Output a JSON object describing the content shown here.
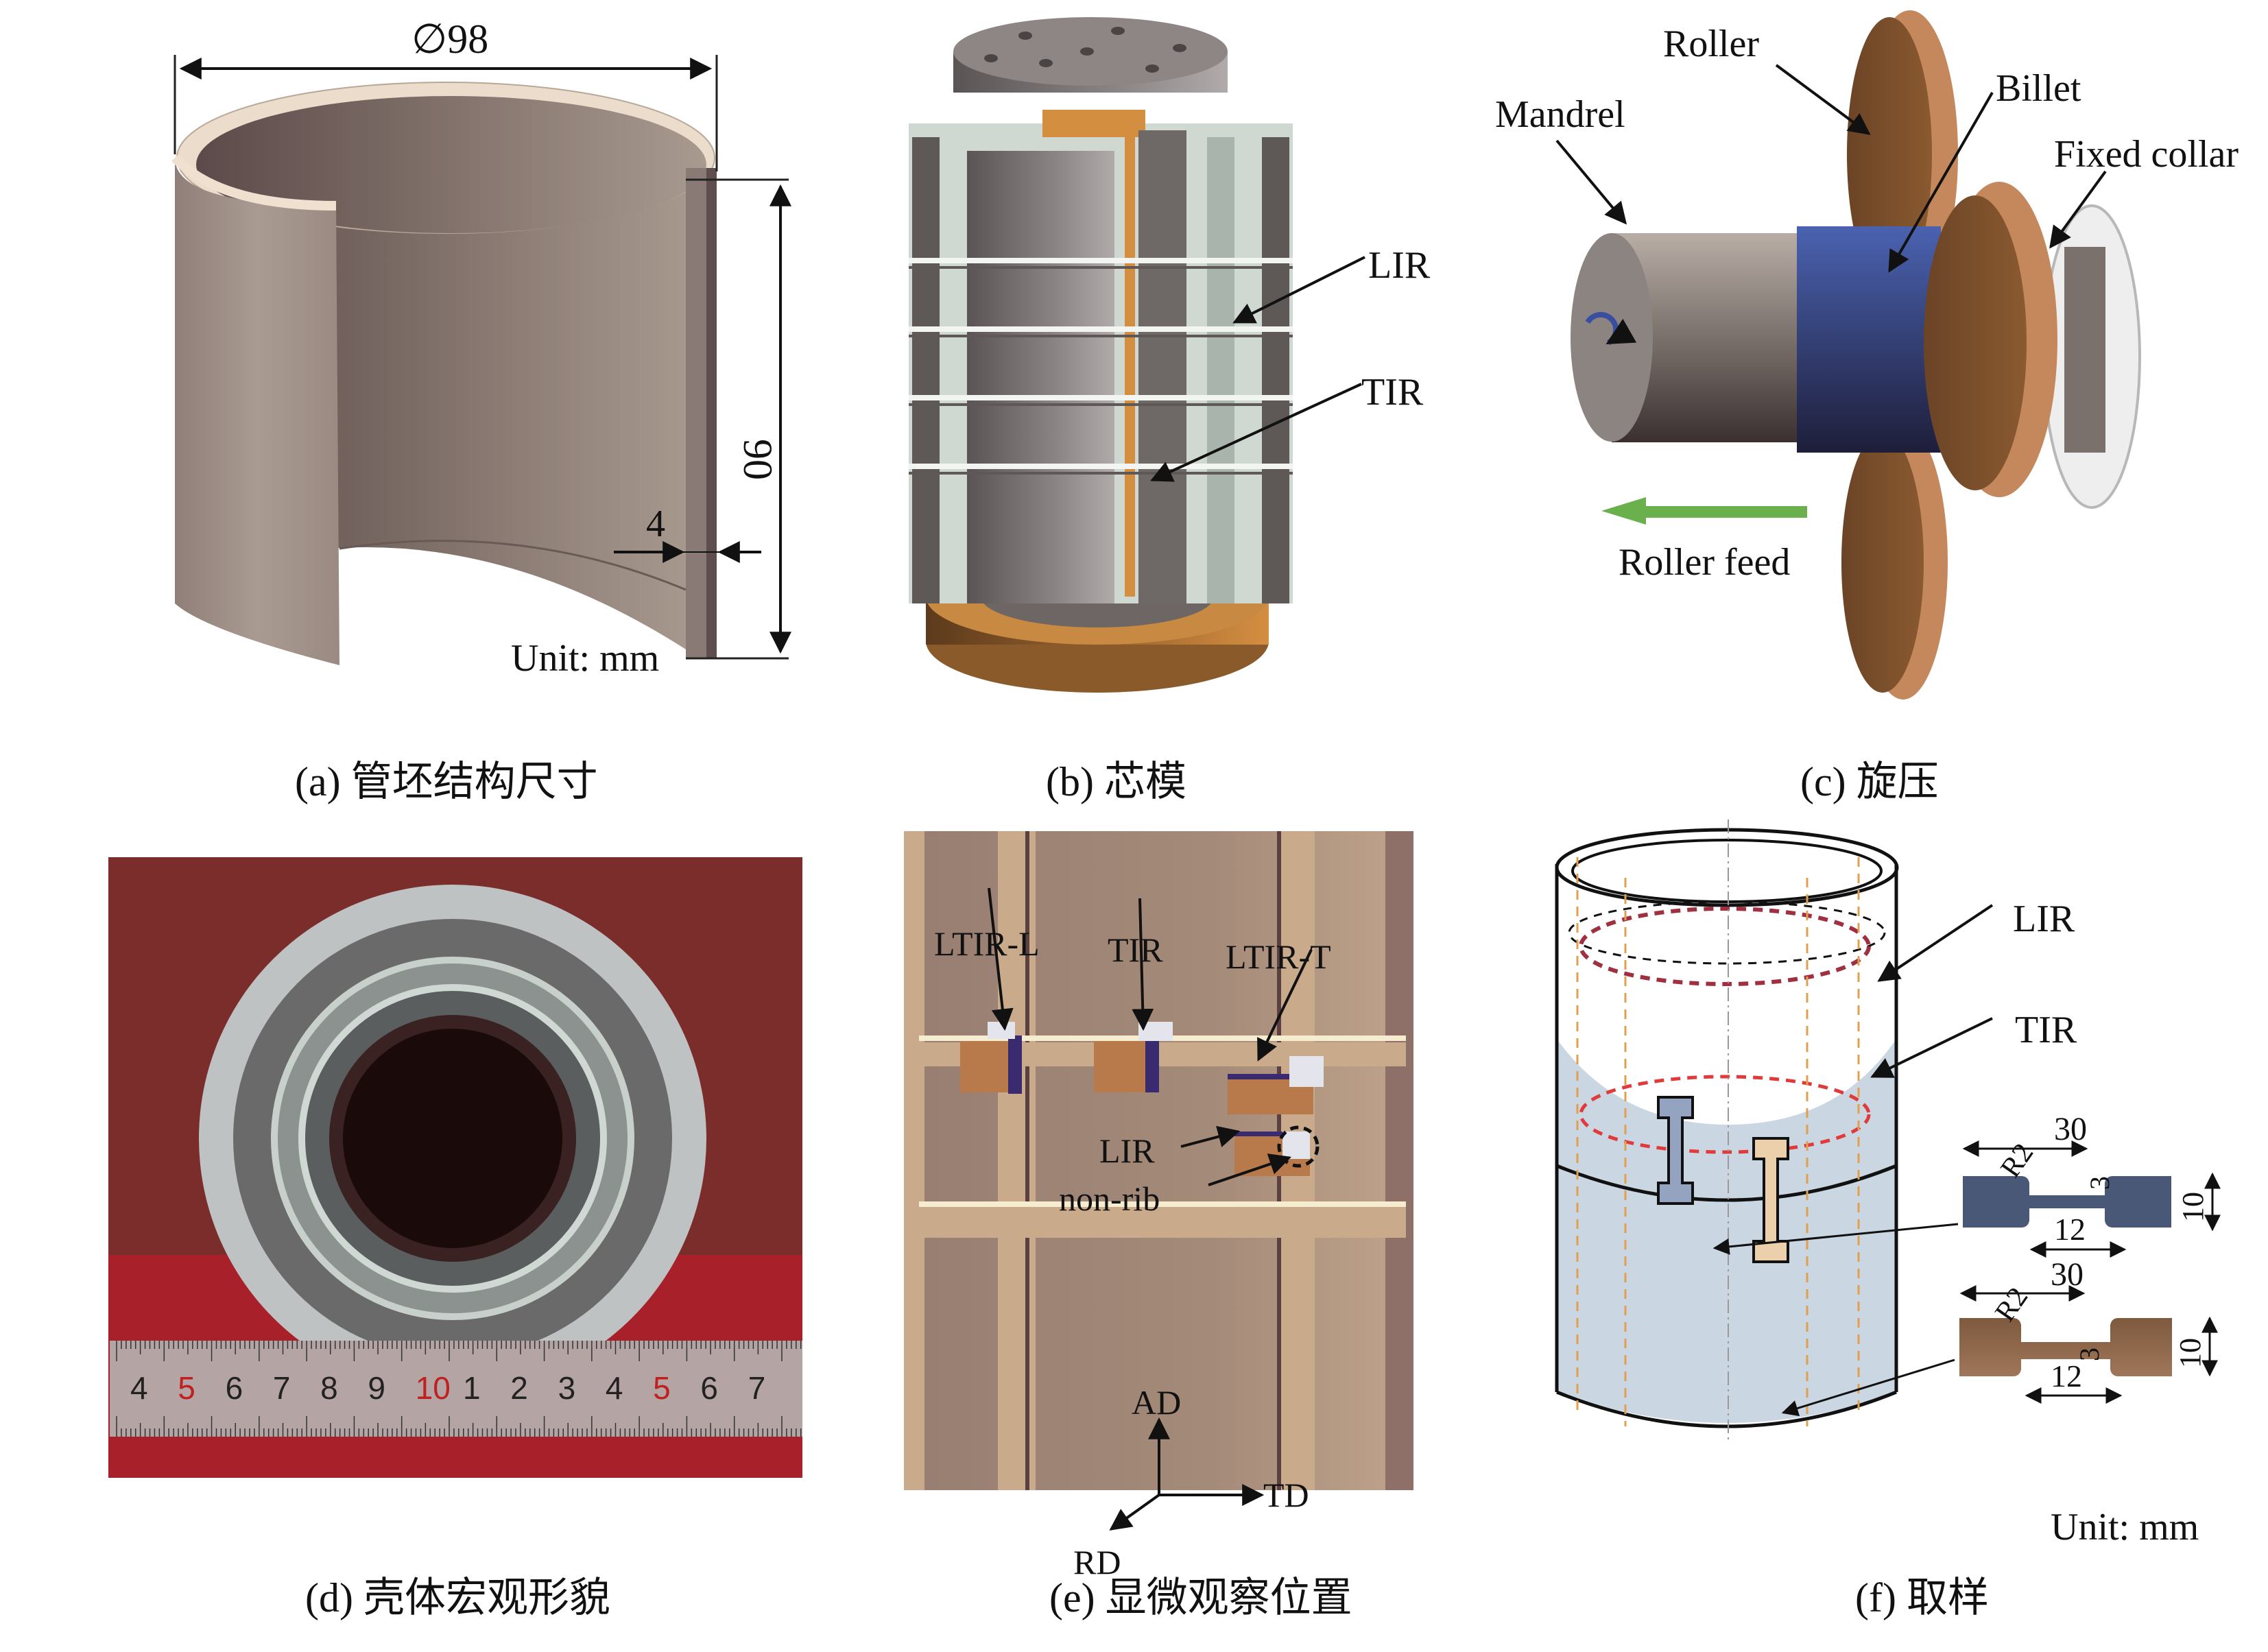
{
  "figure": {
    "panels": [
      {
        "id": "a",
        "caption": "(a) 管坯结构尺寸",
        "labels": {
          "diameter": "∅98",
          "height": "90",
          "thickness": "4",
          "unit": "Unit: mm"
        }
      },
      {
        "id": "b",
        "caption": "(b) 芯模",
        "labels": {
          "lir": "LIR",
          "tir": "TIR"
        }
      },
      {
        "id": "c",
        "caption": "(c) 旋压",
        "labels": {
          "roller": "Roller",
          "mandrel": "Mandrel",
          "billet": "Billet",
          "fixed_collar": "Fixed collar",
          "roller_feed": "Roller feed"
        }
      },
      {
        "id": "d",
        "caption": "(d) 壳体宏观形貌",
        "ruler_numbers": [
          "4",
          "5",
          "6",
          "7",
          "8",
          "9",
          "10",
          "1",
          "2",
          "3",
          "4",
          "5",
          "6",
          "7"
        ],
        "ruler_red_numbers": [
          "5",
          "10",
          "5"
        ]
      },
      {
        "id": "e",
        "caption": "(e) 显微观察位置",
        "labels": {
          "ltir_l": "LTIR-L",
          "tir": "TIR",
          "ltir_t": "LTIR-T",
          "lir": "LIR",
          "non_rib": "non-rib",
          "ad": "AD",
          "td": "TD",
          "rd": "RD"
        }
      },
      {
        "id": "f",
        "caption": "(f) 取样",
        "labels": {
          "lir": "LIR",
          "tir": "TIR",
          "unit": "Unit: mm"
        },
        "specimens": [
          {
            "name": "upper-specimen",
            "total_length": "30",
            "gauge_length": "12",
            "gauge_width": "3",
            "grip_width": "10",
            "fillet_radius": "R2"
          },
          {
            "name": "lower-specimen",
            "total_length": "30",
            "gauge_length": "12",
            "gauge_width": "3",
            "grip_width": "10",
            "fillet_radius": "R2"
          }
        ]
      }
    ],
    "colors": {
      "billet_tube": "#a2928a",
      "mandrel_gray": "#8c8784",
      "rib_light": "#cfd9d2",
      "copper": "#b87840",
      "billet_blue": "#3a4a8c",
      "feed_arrow_green": "#6ab04c",
      "photo_red": "#7a2d2b",
      "panel_e_brown": "#9a8072",
      "panel_e_light": "#c9ab8c",
      "specimen_blue": "#4a5878",
      "specimen_brown": "#8e6648",
      "tir_dash_red": "#c0303a"
    }
  }
}
